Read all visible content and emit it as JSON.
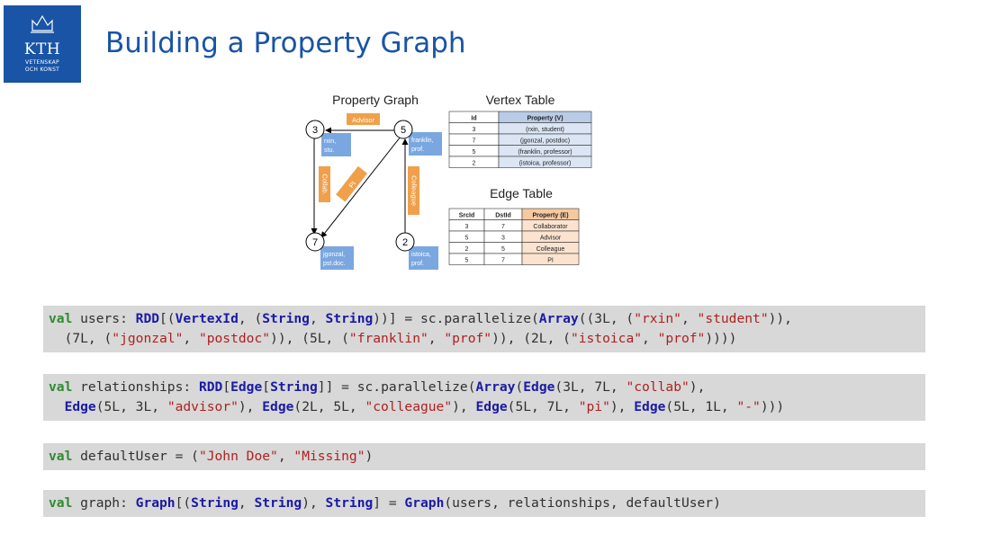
{
  "logo": {
    "main": "KTH",
    "sub1": "VETENSKAP",
    "sub2": "OCH KONST"
  },
  "page_title": "Building a Property Graph",
  "figure": {
    "graph_title": "Property Graph",
    "vertex_table_title": "Vertex Table",
    "edge_table_title": "Edge Table",
    "nodes": {
      "n3": {
        "id": "3",
        "label1": "rxin,",
        "label2": "stu."
      },
      "n5": {
        "id": "5",
        "label1": "franklin,",
        "label2": "prof."
      },
      "n7": {
        "id": "7",
        "label1": "jgonzal,",
        "label2": "pst.doc."
      },
      "n2": {
        "id": "2",
        "label1": "istoica,",
        "label2": "prof."
      }
    },
    "edge_labels": {
      "advisor": "Advisor",
      "collab": "Collab.",
      "pi": "PI",
      "colleague": "Colleague"
    },
    "vertex_table": {
      "headers": [
        "Id",
        "Property (V)"
      ],
      "rows": [
        [
          "3",
          "(rxin, student)"
        ],
        [
          "7",
          "(jgonzal, postdoc)"
        ],
        [
          "5",
          "(franklin, professor)"
        ],
        [
          "2",
          "(istoica, professor)"
        ]
      ]
    },
    "edge_table": {
      "headers": [
        "SrcId",
        "DstId",
        "Property (E)"
      ],
      "rows": [
        [
          "3",
          "7",
          "Collaborator"
        ],
        [
          "5",
          "3",
          "Advisor"
        ],
        [
          "2",
          "5",
          "Colleague"
        ],
        [
          "5",
          "7",
          "PI"
        ]
      ]
    }
  },
  "code_blocks": [
    [
      [
        [
          "kw",
          "val"
        ],
        [
          "p",
          " users: "
        ],
        [
          "ty",
          "RDD"
        ],
        [
          "p",
          "[("
        ],
        [
          "ty",
          "VertexId"
        ],
        [
          "p",
          ", ("
        ],
        [
          "ty",
          "String"
        ],
        [
          "p",
          ", "
        ],
        [
          "ty",
          "String"
        ],
        [
          "p",
          "))] = sc.parallelize("
        ],
        [
          "ty",
          "Array"
        ],
        [
          "p",
          "((3L, ("
        ],
        [
          "st",
          "\"rxin\""
        ],
        [
          "p",
          ", "
        ],
        [
          "st",
          "\"student\""
        ],
        [
          "p",
          ")),"
        ]
      ],
      [
        [
          "p",
          "  (7L, ("
        ],
        [
          "st",
          "\"jgonzal\""
        ],
        [
          "p",
          ", "
        ],
        [
          "st",
          "\"postdoc\""
        ],
        [
          "p",
          ")), (5L, ("
        ],
        [
          "st",
          "\"franklin\""
        ],
        [
          "p",
          ", "
        ],
        [
          "st",
          "\"prof\""
        ],
        [
          "p",
          ")), (2L, ("
        ],
        [
          "st",
          "\"istoica\""
        ],
        [
          "p",
          ", "
        ],
        [
          "st",
          "\"prof\""
        ],
        [
          "p",
          "))))"
        ]
      ]
    ],
    [
      [
        [
          "kw",
          "val"
        ],
        [
          "p",
          " relationships: "
        ],
        [
          "ty",
          "RDD"
        ],
        [
          "p",
          "["
        ],
        [
          "ty",
          "Edge"
        ],
        [
          "p",
          "["
        ],
        [
          "ty",
          "String"
        ],
        [
          "p",
          "]] = sc.parallelize("
        ],
        [
          "ty",
          "Array"
        ],
        [
          "p",
          "("
        ],
        [
          "ty",
          "Edge"
        ],
        [
          "p",
          "(3L, 7L, "
        ],
        [
          "st",
          "\"collab\""
        ],
        [
          "p",
          "),"
        ]
      ],
      [
        [
          "p",
          "  "
        ],
        [
          "ty",
          "Edge"
        ],
        [
          "p",
          "(5L, 3L, "
        ],
        [
          "st",
          "\"advisor\""
        ],
        [
          "p",
          "), "
        ],
        [
          "ty",
          "Edge"
        ],
        [
          "p",
          "(2L, 5L, "
        ],
        [
          "st",
          "\"colleague\""
        ],
        [
          "p",
          "), "
        ],
        [
          "ty",
          "Edge"
        ],
        [
          "p",
          "(5L, 7L, "
        ],
        [
          "st",
          "\"pi\""
        ],
        [
          "p",
          "), "
        ],
        [
          "ty",
          "Edge"
        ],
        [
          "p",
          "(5L, 1L, "
        ],
        [
          "st",
          "\"-\""
        ],
        [
          "p",
          ")))"
        ]
      ]
    ],
    [
      [
        [
          "kw",
          "val"
        ],
        [
          "p",
          " defaultUser = ("
        ],
        [
          "st",
          "\"John Doe\""
        ],
        [
          "p",
          ", "
        ],
        [
          "st",
          "\"Missing\""
        ],
        [
          "p",
          ")"
        ]
      ]
    ],
    [
      [
        [
          "kw",
          "val"
        ],
        [
          "p",
          " graph: "
        ],
        [
          "ty",
          "Graph"
        ],
        [
          "p",
          "[("
        ],
        [
          "ty",
          "String"
        ],
        [
          "p",
          ", "
        ],
        [
          "ty",
          "String"
        ],
        [
          "p",
          "), "
        ],
        [
          "ty",
          "String"
        ],
        [
          "p",
          "] = "
        ],
        [
          "ty",
          "Graph"
        ],
        [
          "p",
          "(users, relationships, defaultUser)"
        ]
      ]
    ]
  ]
}
